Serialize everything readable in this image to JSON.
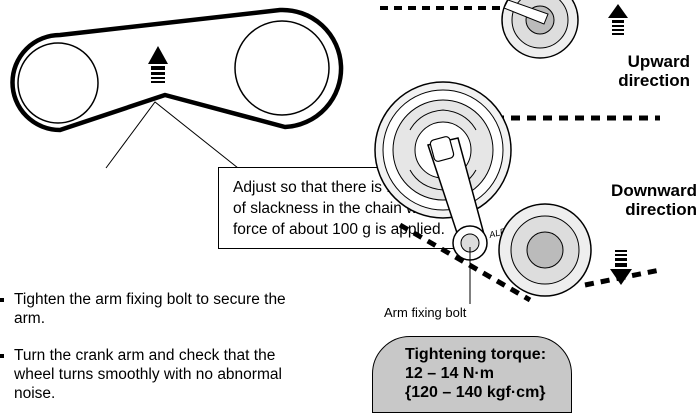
{
  "callout": {
    "line1": "Adjust so that there is 15 – 25 mm",
    "line2": "of slackness in the chain when a",
    "line3": "force of about 100 g is applied."
  },
  "steps": [
    {
      "line1": "Tighten the arm fixing bolt to secure the",
      "line2": "arm."
    },
    {
      "line1": "Turn the crank arm and check that the",
      "line2": "wheel turns smoothly with no abnormal",
      "line3": "noise."
    }
  ],
  "crank_diagram": {
    "upward_label": {
      "line1": "Upward",
      "line2": "direction"
    },
    "downward_label": {
      "line1": "Downward",
      "line2": "direction"
    },
    "bolt_label": "Arm fixing bolt",
    "brand_text": "ALFINE"
  },
  "torque": {
    "line1": "Tightening torque:",
    "line2": "12 – 14 N·m",
    "line3": "{120 – 140 kgf·cm}"
  }
}
